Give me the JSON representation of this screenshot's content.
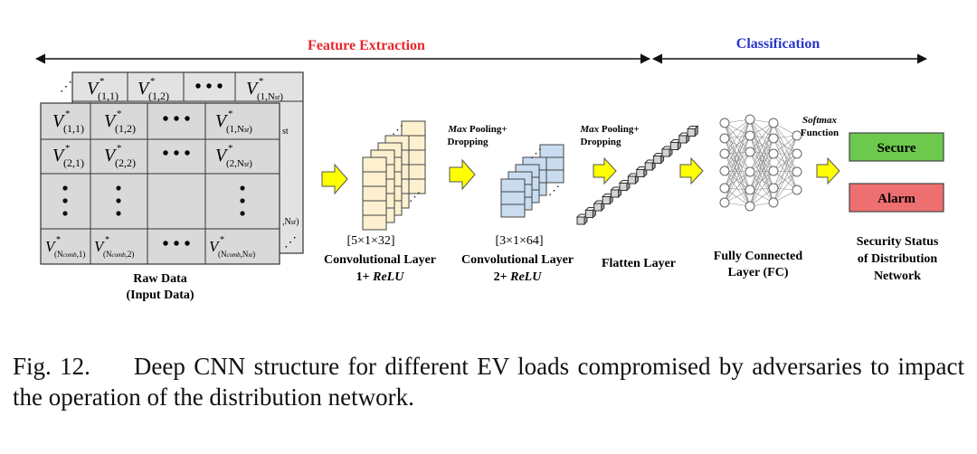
{
  "stages": {
    "feature_extraction": "Feature Extraction",
    "classification": "Classification"
  },
  "raw_data": {
    "label_line1": "Raw Data",
    "label_line2": "(Input Data)"
  },
  "conv1": {
    "dims": "[5×1×32]",
    "label_line1": "Convolutional Layer",
    "label_line2_prefix": "1+ ",
    "label_line2_italic": "ReLU"
  },
  "pool1": {
    "line1_italic": "Max",
    "line1_rest": " Pooling+",
    "line2": "Dropping"
  },
  "conv2": {
    "dims": "[3×1×64]",
    "label_line1": "Convolutional Layer",
    "label_line2_prefix": "2+ ",
    "label_line2_italic": "ReLU"
  },
  "pool2": {
    "line1_italic": "Max",
    "line1_rest": " Pooling+",
    "line2": "Dropping"
  },
  "flatten": {
    "label": "Flatten Layer"
  },
  "fc": {
    "label_line1": "Fully Connected",
    "label_line2": "Layer (FC)"
  },
  "softmax": {
    "line1": "Softmax",
    "line2": "Function"
  },
  "outputs": {
    "secure": "Secure",
    "alarm": "Alarm",
    "label_line1": "Security Status",
    "label_line2": "of Distribution",
    "label_line3": "Network"
  },
  "caption": {
    "label": "Fig. 12.",
    "text": "Deep CNN structure for different EV loads compromised by adversaries to impact the operation of the distribution network."
  },
  "colors": {
    "stage_extraction": "#e8262b",
    "stage_classification": "#2636c8",
    "arrow_yellow": "#ffff00",
    "conv1_fill": "#fdf0cf",
    "conv2_fill": "#c9dcf0",
    "secure_fill": "#6dc84e",
    "alarm_fill": "#ee6f6f",
    "grid_fill": "#dcdcdc"
  }
}
